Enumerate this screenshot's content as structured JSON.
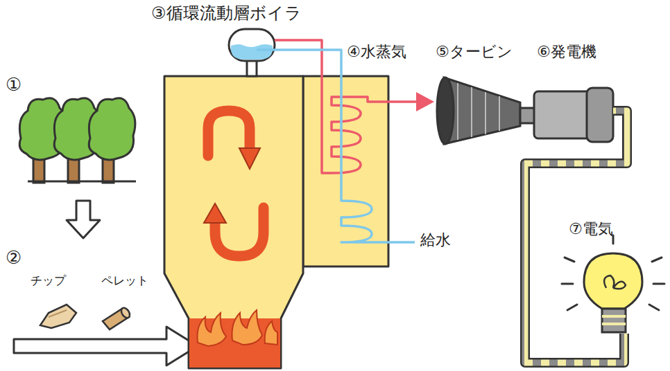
{
  "diagram": {
    "labels": [
      "③循環流動層ボイラ",
      "④水蒸気",
      "⑤タービン",
      "⑥発電機",
      "①",
      "②",
      "チップ",
      "ペレット",
      "給水",
      "⑦電気"
    ]
  }
}
